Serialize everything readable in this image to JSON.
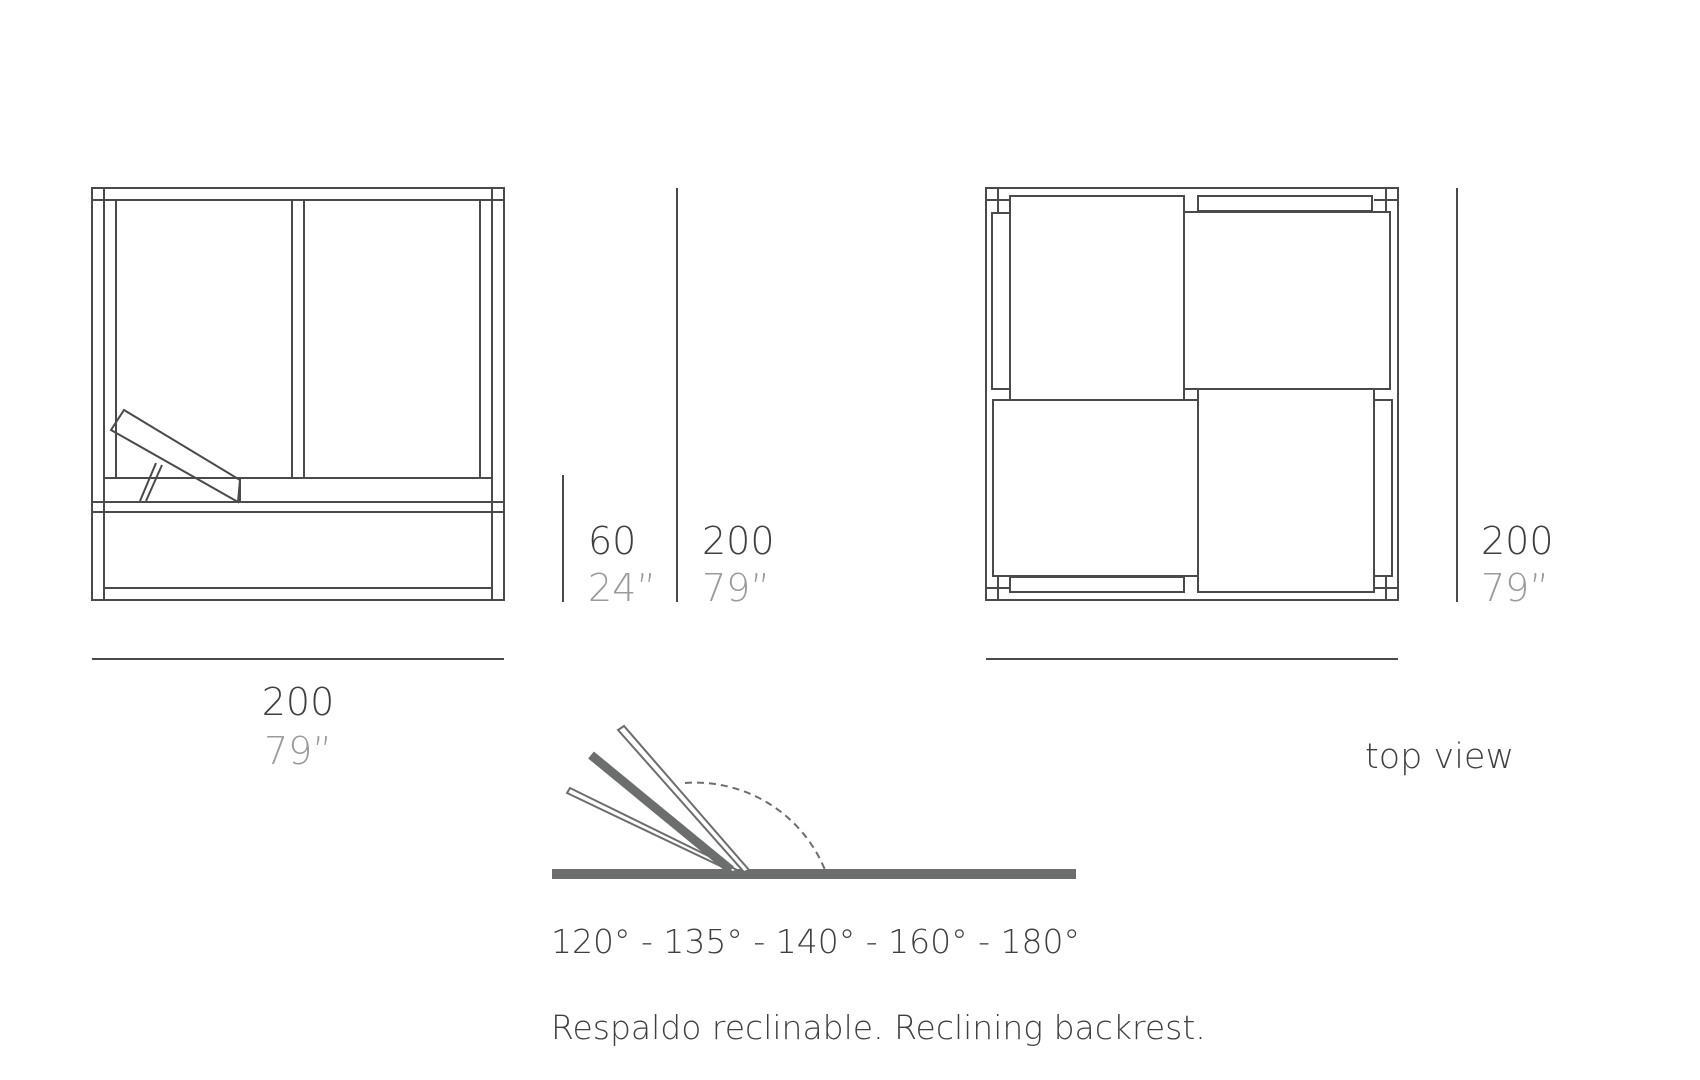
{
  "front_view": {
    "width": {
      "cm": "200",
      "in": "79”"
    },
    "seat_height": {
      "cm": "60",
      "in": "24”"
    },
    "height": {
      "cm": "200",
      "in": "79”"
    }
  },
  "top_view": {
    "label": "top view",
    "depth": {
      "cm": "200",
      "in": "79”"
    }
  },
  "recline": {
    "angles": "120° - 135° - 140° - 160° - 180°",
    "caption": "Respaldo reclinable. Reclining backrest."
  },
  "colors": {
    "line": "#4a4a4a",
    "dark_text": "#3f3f3f",
    "light_text": "#9a9a9a",
    "recline_fill": "#6b6e6c"
  }
}
